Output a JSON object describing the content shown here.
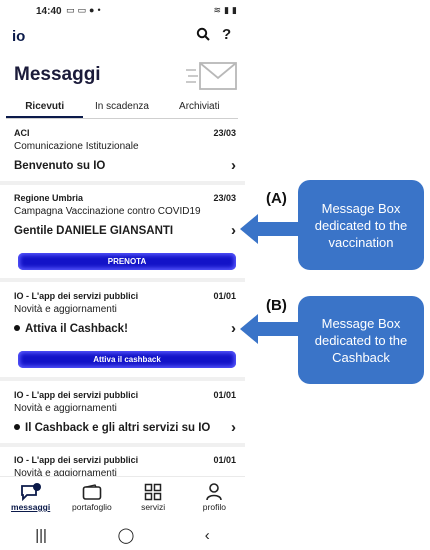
{
  "status": {
    "time": "14:40"
  },
  "header": {
    "logo": "io",
    "title": "Messaggi"
  },
  "tabs": [
    {
      "label": "Ricevuti"
    },
    {
      "label": "In scadenza"
    },
    {
      "label": "Archiviati"
    }
  ],
  "messages": [
    {
      "sender": "ACI",
      "date": "23/03",
      "service": "Comunicazione Istituzionale",
      "subject": "Benvenuto su IO"
    },
    {
      "sender": "Regione Umbria",
      "date": "23/03",
      "service": "Campagna Vaccinazione contro COVID19",
      "subject": "Gentile DANIELE GIANSANTI",
      "cta": "PRENOTA"
    },
    {
      "sender": "IO - L'app dei servizi pubblici",
      "date": "01/01",
      "service": "Novità e aggiornamenti",
      "subject": "Attiva il Cashback!",
      "cta": "Attiva il cashback"
    },
    {
      "sender": "IO - L'app dei servizi pubblici",
      "date": "01/01",
      "service": "Novità e aggiornamenti",
      "subject": "Il Cashback e gli altri servizi su IO"
    },
    {
      "sender": "IO - L'app dei servizi pubblici",
      "date": "01/01",
      "service": "Novità e aggiornamenti"
    }
  ],
  "nav": [
    {
      "label": "messaggi"
    },
    {
      "label": "portafoglio"
    },
    {
      "label": "servizi"
    },
    {
      "label": "profilo"
    }
  ],
  "annotations": {
    "a_label": "(A)",
    "a_text": "Message Box dedicated to the vaccination",
    "b_label": "(B)",
    "b_text": "Message Box dedicated to the Cashback"
  },
  "colors": {
    "cta": "#1313c8",
    "callout": "#3a74c8",
    "title": "#1b1b3a"
  }
}
